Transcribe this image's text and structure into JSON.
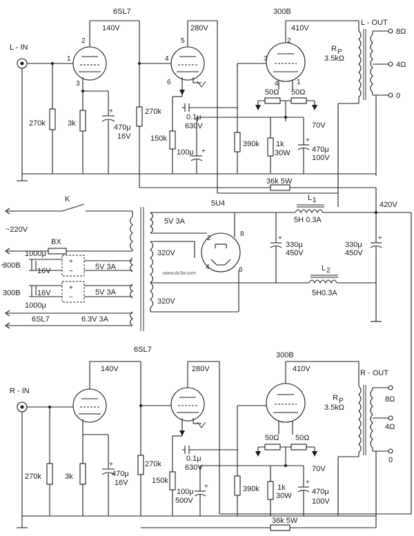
{
  "top": {
    "tube1": "6SL7",
    "tube2": "300B",
    "input": "L - IN",
    "output": "L - OUT",
    "v140": "140V",
    "v280": "280V",
    "v410": "410V",
    "v70": "70V",
    "r270k_in": "270k",
    "r3k": "3k",
    "c470_v": "470μ",
    "c470_v2": "16V",
    "r270k_b": "270k",
    "r150k": "150k",
    "c01": "0.1μ",
    "c01v": "630V",
    "c100": "100μ",
    "r390k": "390k",
    "r1k": "1k",
    "r1k_w": "30W",
    "c470b": "470μ",
    "c470b_v": "100V",
    "r50a": "50Ω",
    "r50b": "50Ω",
    "rp": "R",
    "rp_sub": "P",
    "rp_val": "3.5kΩ",
    "tap8": "8Ω",
    "tap4": "4Ω",
    "tap0": "0",
    "r36k": "36k 5W",
    "p1": "1",
    "p2": "2",
    "p3": "3",
    "p4": "4",
    "p5": "5",
    "p6": "6",
    "q2": "2",
    "q3": "3",
    "q4": "4",
    "q1": "1"
  },
  "psu": {
    "switch": "K",
    "mains": "~220V",
    "fuse": "BX",
    "c1000a": "1000μ",
    "c1000b": "1000μ",
    "c16a": "16V",
    "c16b": "16V",
    "lbl300b_a": "300B",
    "lbl300b_b": "300B",
    "lbl6sl7": "6SL7",
    "v5a": "5V 3A",
    "v5b": "5V 3A",
    "v63": "6.3V 3A",
    "w5v": "5V 3A",
    "w320a": "320V",
    "w320b": "320V",
    "rect": "5U4",
    "rp2": "2",
    "rp4": "4",
    "rp6": "6",
    "rp8": "8",
    "l1": "L",
    "l1_sub": "1",
    "l1_val": "5H 0.3A",
    "l2": "L",
    "l2_sub": "2",
    "l2_val": "5H0.3A",
    "c330a": "330μ",
    "c330a_v": "450V",
    "c330b": "330μ",
    "c330b_v": "450V",
    "v420": "420V",
    "watermark": "www.dz3w.com"
  },
  "bottom": {
    "tube1": "6SL7",
    "tube2": "300B",
    "input": "R - IN",
    "output": "R - OUT",
    "v140": "140V",
    "v280": "280V",
    "v410": "410V",
    "v70": "70V",
    "r270k_in": "270k",
    "r3k": "3k",
    "c470_v": "470μ",
    "c470_v2": "16V",
    "r270k_b": "270k",
    "r150k": "150k",
    "c01": "0.1μ",
    "c01v": "630V",
    "c100": "100μ",
    "c100v": "500V",
    "r390k": "390k",
    "r1k": "1k",
    "r1k_w": "30W",
    "c470b": "470μ",
    "c470b_v": "100V",
    "r50a": "50Ω",
    "r50b": "50Ω",
    "rp": "R",
    "rp_sub": "P",
    "rp_val": "3.5kΩ",
    "tap8": "8Ω",
    "tap4": "4Ω",
    "tap0": "0",
    "r36k": "36k 5W"
  }
}
